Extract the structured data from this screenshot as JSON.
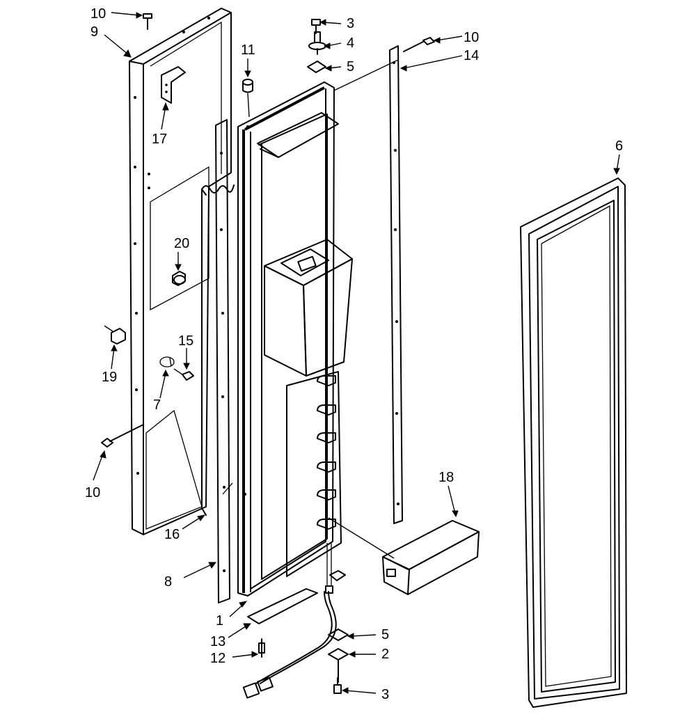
{
  "callouts": [
    {
      "key": "c10a",
      "label": "10"
    },
    {
      "key": "c9",
      "label": "9"
    },
    {
      "key": "c17",
      "label": "17"
    },
    {
      "key": "c11",
      "label": "11"
    },
    {
      "key": "c3a",
      "label": "3"
    },
    {
      "key": "c4",
      "label": "4"
    },
    {
      "key": "c5a",
      "label": "5"
    },
    {
      "key": "c10b",
      "label": "10"
    },
    {
      "key": "c14",
      "label": "14"
    },
    {
      "key": "c6",
      "label": "6"
    },
    {
      "key": "c20",
      "label": "20"
    },
    {
      "key": "c15",
      "label": "15"
    },
    {
      "key": "c19",
      "label": "19"
    },
    {
      "key": "c7",
      "label": "7"
    },
    {
      "key": "c10c",
      "label": "10"
    },
    {
      "key": "c16",
      "label": "16"
    },
    {
      "key": "c18",
      "label": "18"
    },
    {
      "key": "c8",
      "label": "8"
    },
    {
      "key": "c1",
      "label": "1"
    },
    {
      "key": "c13",
      "label": "13"
    },
    {
      "key": "c12",
      "label": "12"
    },
    {
      "key": "c5b",
      "label": "5"
    },
    {
      "key": "c2",
      "label": "2"
    },
    {
      "key": "c3b",
      "label": "3"
    }
  ]
}
